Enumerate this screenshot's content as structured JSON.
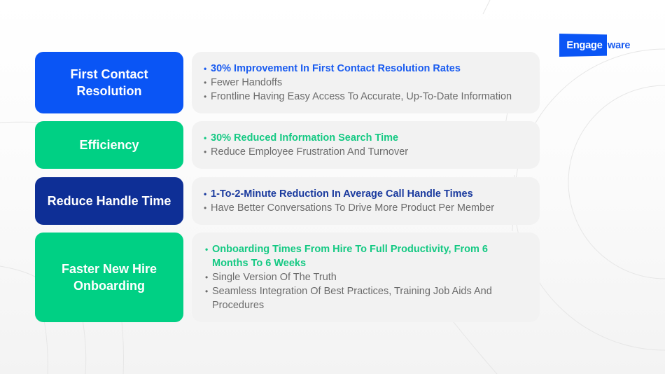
{
  "brand": {
    "logo_boxed": "Engage",
    "logo_rest": "ware",
    "colors": {
      "primary_blue": "#0a55f5",
      "green": "#00d084",
      "navy": "#0e2f96",
      "panel_bg": "#f2f2f2",
      "body_text": "#6b6b6b"
    }
  },
  "rows": [
    {
      "label": "First Contact Resolution",
      "label_color": "#0a55f5",
      "highlight_color": "#1a5cf0",
      "bullets": [
        {
          "text": "30% Improvement In First Contact Resolution Rates",
          "highlight": true
        },
        {
          "text": "Fewer Handoffs",
          "highlight": false
        },
        {
          "text": "Frontline Having Easy Access To Accurate, Up-To-Date Information",
          "highlight": false
        }
      ]
    },
    {
      "label": "Efficiency",
      "label_color": "#00d084",
      "highlight_color": "#14c983",
      "bullets": [
        {
          "text": "30% Reduced Information Search Time",
          "highlight": true
        },
        {
          "text": "Reduce Employee Frustration And Turnover",
          "highlight": false
        }
      ]
    },
    {
      "label": "Reduce Handle Time",
      "label_color": "#0e2f96",
      "highlight_color": "#1a3a9e",
      "bullets": [
        {
          "text": "1-To-2-Minute Reduction In Average Call Handle Times",
          "highlight": true
        },
        {
          "text": "Have Better Conversations To Drive More Product Per Member",
          "highlight": false
        }
      ]
    },
    {
      "label": "Faster New Hire Onboarding",
      "label_color": "#00d084",
      "highlight_color": "#14c983",
      "bullets": [
        {
          "text": "Onboarding Times From Hire To Full Productivity, From 6 Months To 6 Weeks",
          "highlight": true
        },
        {
          "text": "Single Version Of The Truth",
          "highlight": false
        },
        {
          "text": "Seamless Integration Of Best Practices, Training Job Aids And Procedures",
          "highlight": false
        }
      ]
    }
  ]
}
